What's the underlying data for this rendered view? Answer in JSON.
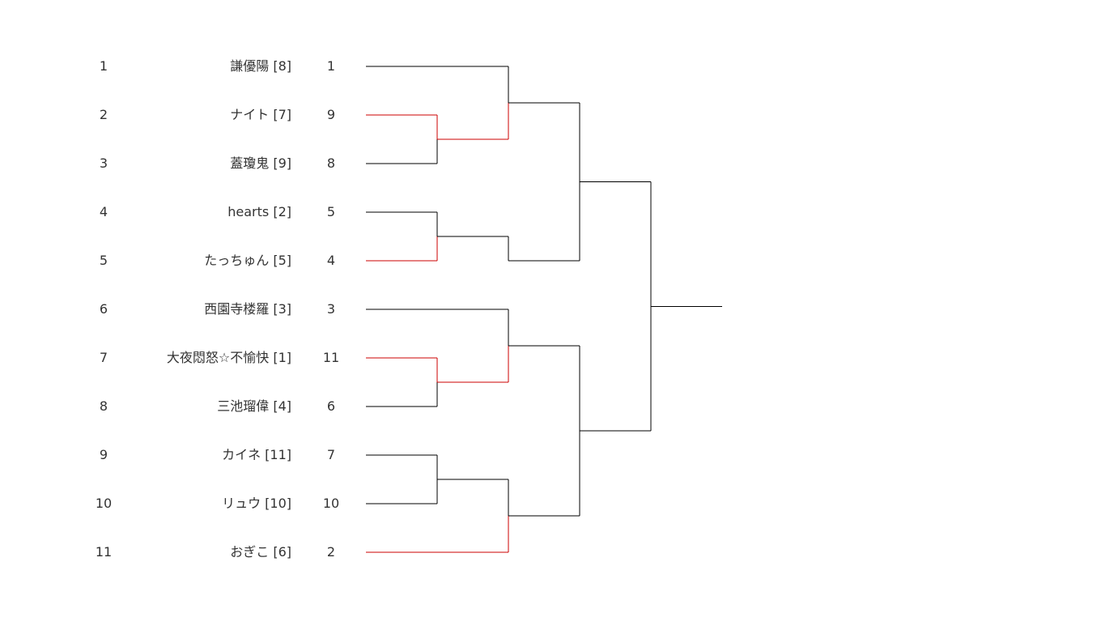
{
  "colors": {
    "winner": "#cc0000",
    "line": "#000000",
    "text": "#333333"
  },
  "entries": [
    {
      "index": "1",
      "player": "謙優陽 [8]",
      "seed": "1"
    },
    {
      "index": "2",
      "player": "ナイト [7]",
      "seed": "9"
    },
    {
      "index": "3",
      "player": "蓋瓊鬼 [9]",
      "seed": "8"
    },
    {
      "index": "4",
      "player": "hearts [2]",
      "seed": "5"
    },
    {
      "index": "5",
      "player": "たっちゅん [5]",
      "seed": "4"
    },
    {
      "index": "6",
      "player": "西園寺楼羅 [3]",
      "seed": "3"
    },
    {
      "index": "7",
      "player": "大夜悶怒☆不愉快 [1]",
      "seed": "11"
    },
    {
      "index": "8",
      "player": "三池瑠偉 [4]",
      "seed": "6"
    },
    {
      "index": "9",
      "player": "カイネ [11]",
      "seed": "7"
    },
    {
      "index": "10",
      "player": "リュウ [10]",
      "seed": "10"
    },
    {
      "index": "11",
      "player": "おぎこ [6]",
      "seed": "2"
    }
  ],
  "matches": [
    {
      "id": "m1",
      "round": 1,
      "inputs": [
        1,
        2
      ],
      "winner": 1
    },
    {
      "id": "m2",
      "round": 1,
      "inputs": [
        3,
        4
      ],
      "winner": 4
    },
    {
      "id": "m3",
      "round": 1,
      "inputs": [
        6,
        7
      ],
      "winner": 6
    },
    {
      "id": "m4",
      "round": 1,
      "inputs": [
        8,
        9
      ],
      "winner": null
    },
    {
      "id": "m5",
      "round": 2,
      "inputs": [
        0,
        "m1"
      ],
      "winner": "m1"
    },
    {
      "id": "m6",
      "round": 2,
      "inputs": [
        "m2"
      ],
      "winner": null
    },
    {
      "id": "m7",
      "round": 2,
      "inputs": [
        5,
        "m3"
      ],
      "winner": "m3"
    },
    {
      "id": "m8",
      "round": 2,
      "inputs": [
        "m4",
        10
      ],
      "winner": 10
    },
    {
      "id": "m9",
      "round": 3,
      "inputs": [
        "m5",
        "m6"
      ],
      "winner": null
    },
    {
      "id": "m10",
      "round": 3,
      "inputs": [
        "m7",
        "m8"
      ],
      "winner": null
    },
    {
      "id": "m11",
      "round": 4,
      "inputs": [
        "m9",
        "m10"
      ],
      "winner": null
    }
  ],
  "final_tail": true
}
